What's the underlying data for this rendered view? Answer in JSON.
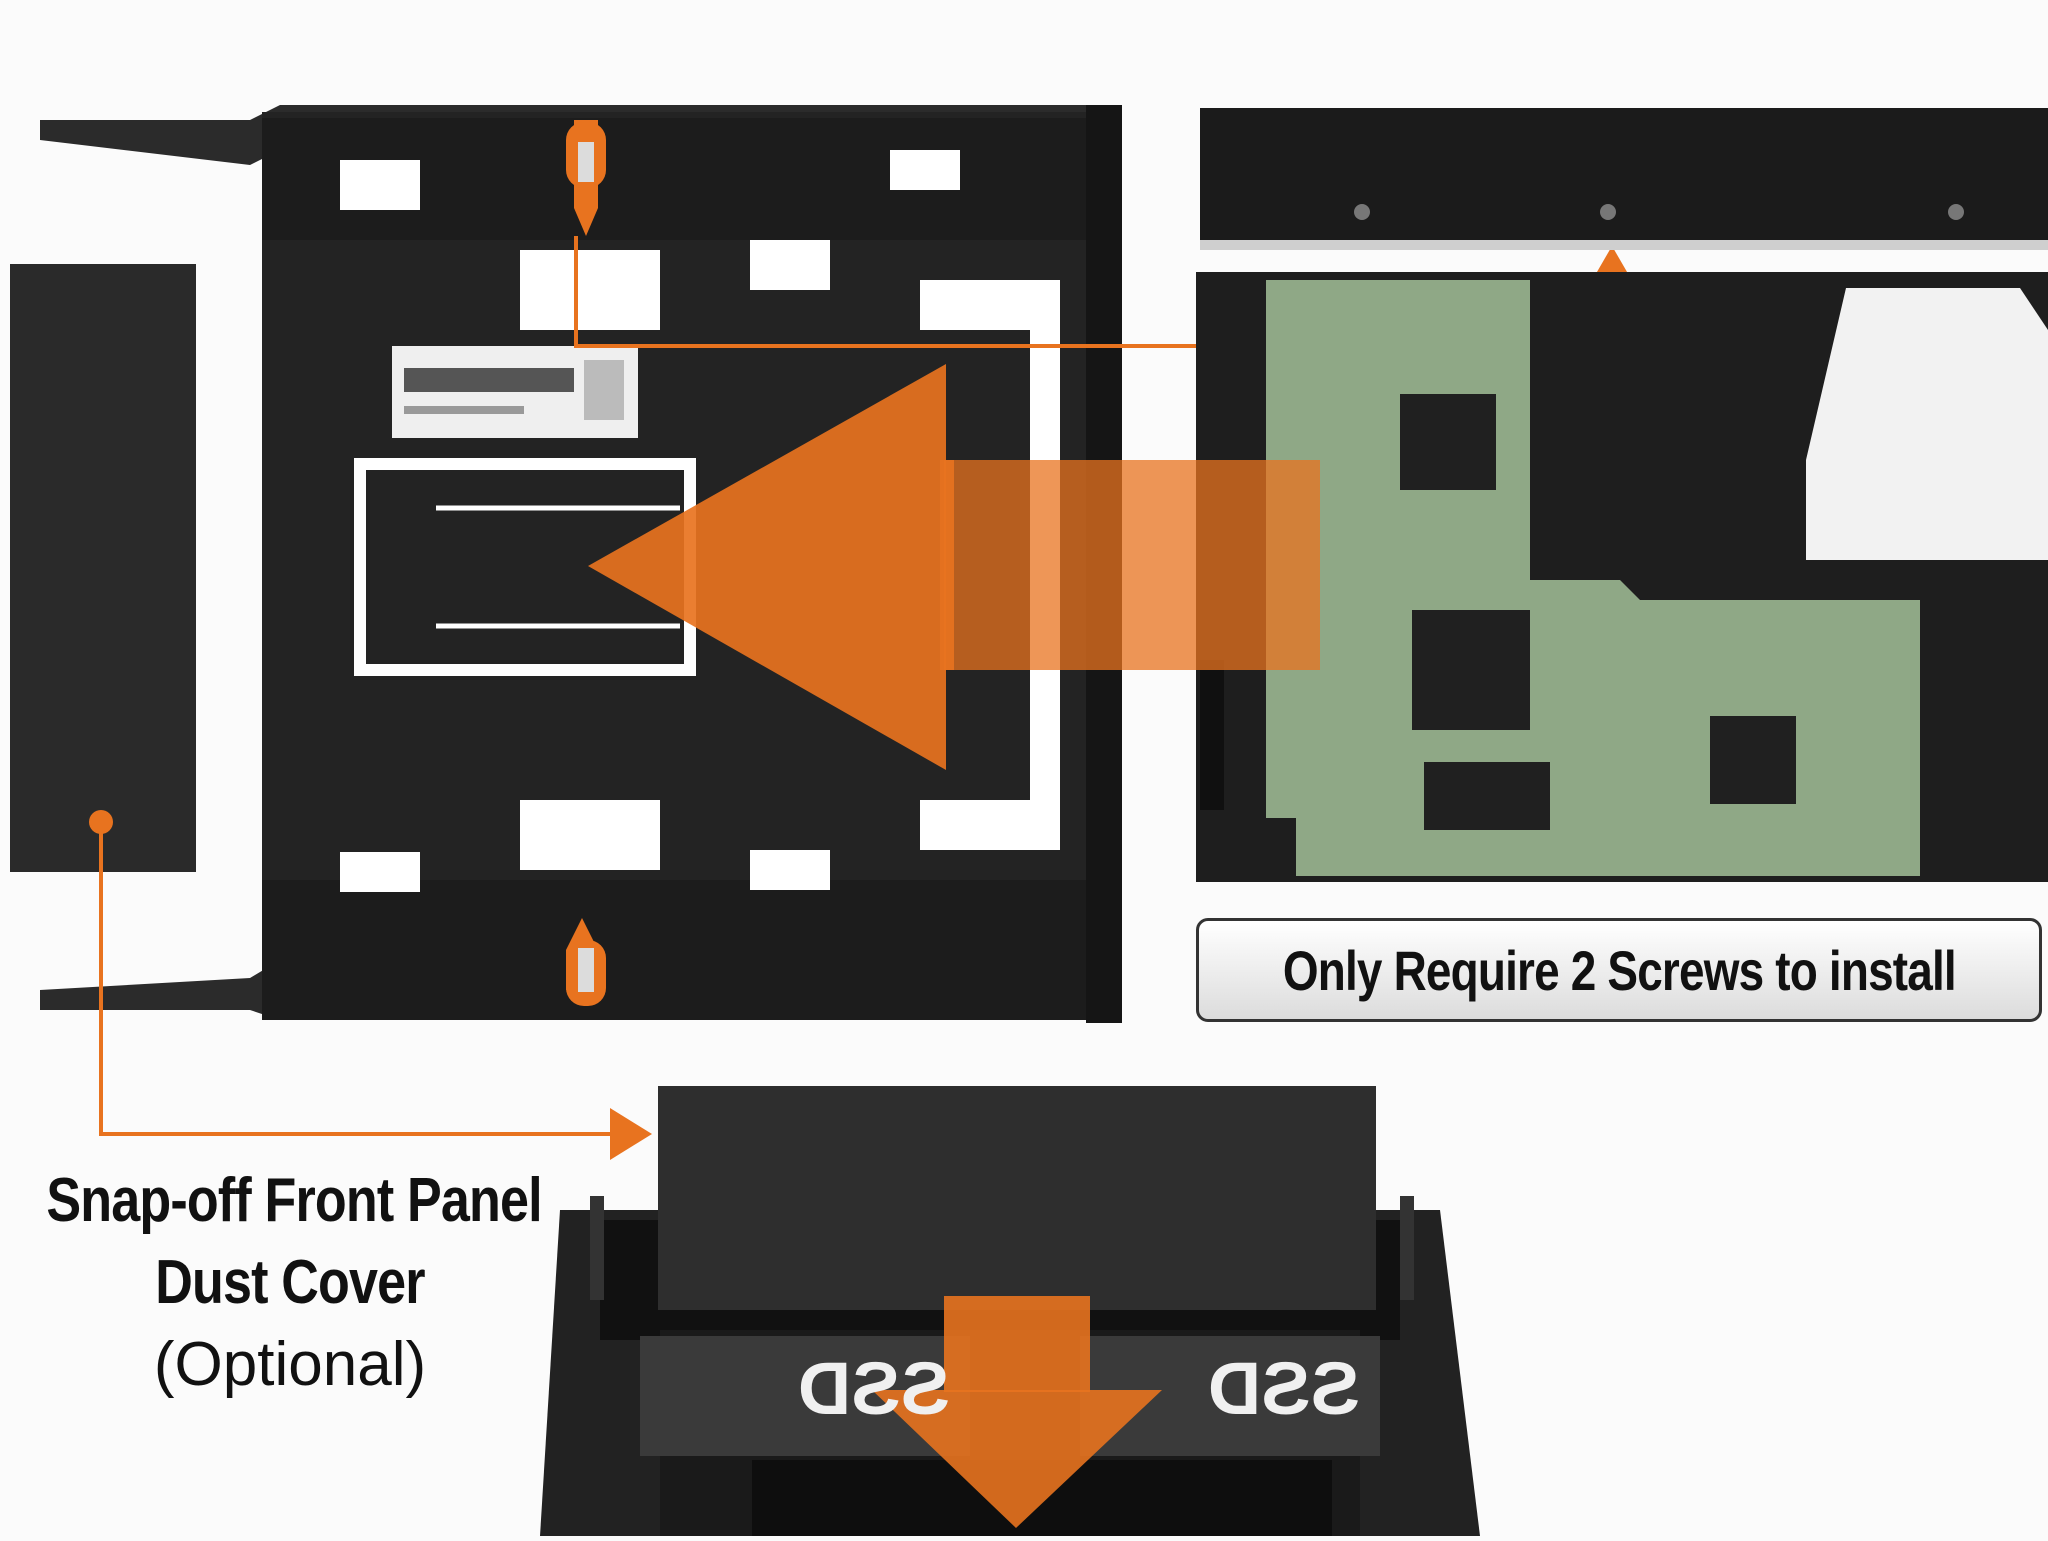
{
  "diagram": {
    "install_caption": "Only Require 2 Screws to install",
    "panel_label": {
      "line1": "Snap-off Front Panel",
      "line2": "Dust Cover",
      "line3": "(Optional)"
    },
    "ssd_label": "SSD",
    "colors": {
      "accent": "#e8731f",
      "tray": "#242424",
      "pcb": "#8fa886",
      "background": "#fbfbfb"
    },
    "icons": [
      "screw-icon",
      "arrow-left-icon",
      "arrow-down-icon",
      "arrow-up-icon",
      "arrow-right-icon"
    ]
  }
}
